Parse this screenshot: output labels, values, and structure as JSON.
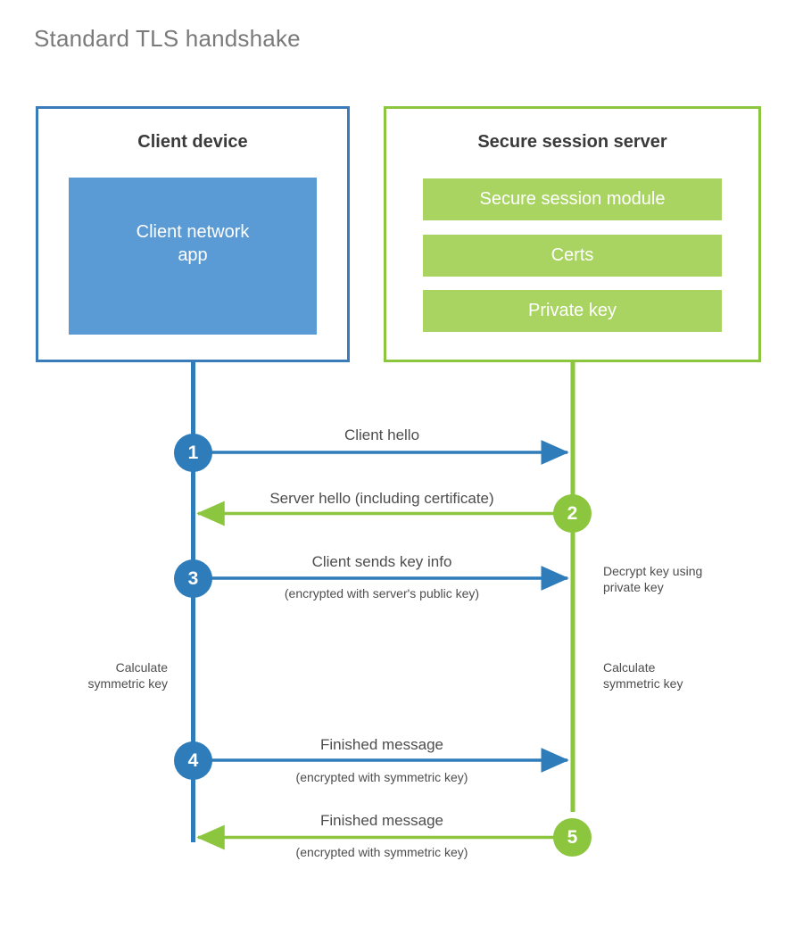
{
  "page": {
    "title": "Standard TLS handshake"
  },
  "colors": {
    "client_accent": "#2e7cba",
    "client_fill": "#5b9bd5",
    "server_accent": "#8cc63f",
    "server_fill": "#a9d462",
    "text": "#4d4d4d",
    "title_text": "#7a7a7a",
    "background": "#ffffff"
  },
  "client": {
    "title": "Client device",
    "app_label": "Client network\napp"
  },
  "server": {
    "title": "Secure session server",
    "components": [
      {
        "label": "Secure session module"
      },
      {
        "label": "Certs"
      },
      {
        "label": "Private key"
      }
    ]
  },
  "steps": [
    {
      "number": "1",
      "label": "Client hello",
      "sublabel": "",
      "direction": "client-to-server",
      "actor": "client"
    },
    {
      "number": "2",
      "label": "Server hello (including certificate)",
      "sublabel": "",
      "direction": "server-to-client",
      "actor": "server"
    },
    {
      "number": "3",
      "label": "Client sends key info",
      "sublabel": "(encrypted with server's public key)",
      "direction": "client-to-server",
      "actor": "client"
    },
    {
      "number": "4",
      "label": "Finished message",
      "sublabel": "(encrypted with symmetric key)",
      "direction": "client-to-server",
      "actor": "client"
    },
    {
      "number": "5",
      "label": "Finished message",
      "sublabel": "(encrypted with symmetric key)",
      "direction": "server-to-client",
      "actor": "server"
    }
  ],
  "annotations": {
    "decrypt_key": "Decrypt key using\nprivate key",
    "calculate_symmetric_key_client": "Calculate\nsymmetric key",
    "calculate_symmetric_key_server": "Calculate\nsymmetric key"
  }
}
